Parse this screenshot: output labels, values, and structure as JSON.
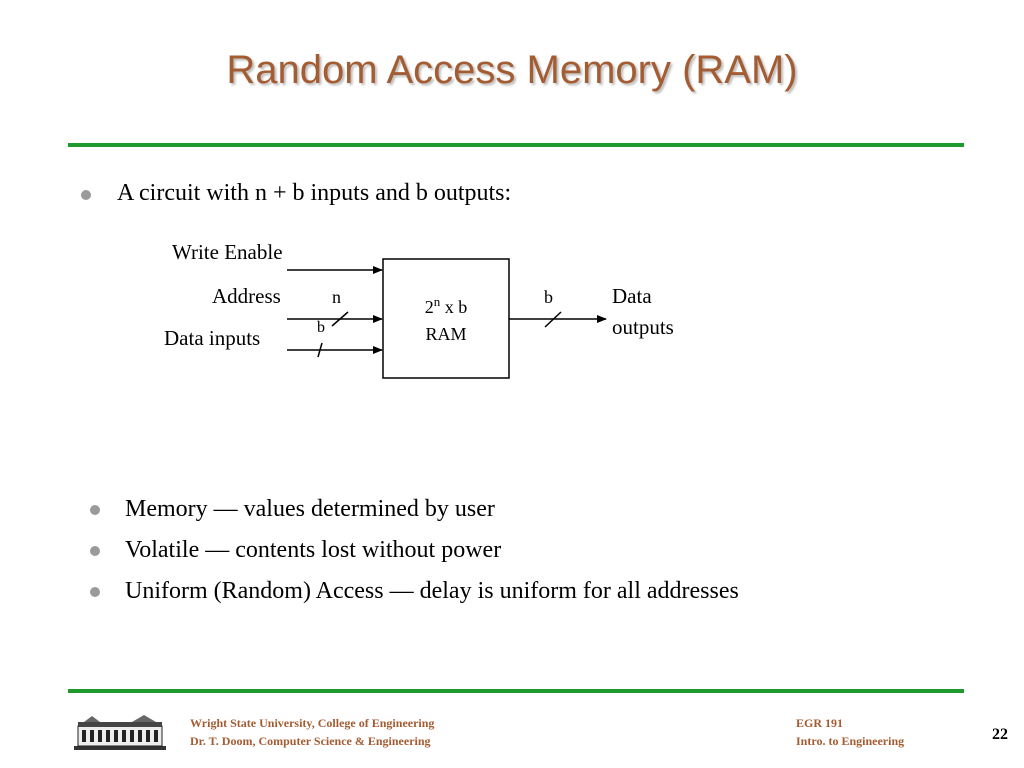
{
  "title": "Random Access Memory (RAM)",
  "intro_bullet": "A circuit with n + b inputs and b outputs:",
  "diagram": {
    "write_enable": "Write Enable",
    "address": "Address",
    "data_inputs": "Data inputs",
    "label_n": "n",
    "label_b_in": "b",
    "label_b_out": "b",
    "box_line1_base": "2",
    "box_line1_sup": "n",
    "box_line1_rest": " x b",
    "box_line2": "RAM",
    "data_outputs_line1": "Data",
    "data_outputs_line2": "outputs"
  },
  "bullets": [
    "Memory — values determined by user",
    "Volatile — contents lost without power",
    "Uniform (Random) Access — delay is uniform for all addresses"
  ],
  "footer": {
    "left_line1": "Wright State University, College of Engineering",
    "left_line2": "Dr. T. Doom, Computer Science & Engineering",
    "right_line1": "EGR 191",
    "right_line2": "Intro. to Engineering",
    "page_number": "22"
  },
  "colors": {
    "title": "#a45c33",
    "rule": "#1e9b2c",
    "footer_text": "#a45c33",
    "bullet": "#9a9a9a"
  },
  "icons": {
    "logo": "university-building-logo"
  }
}
